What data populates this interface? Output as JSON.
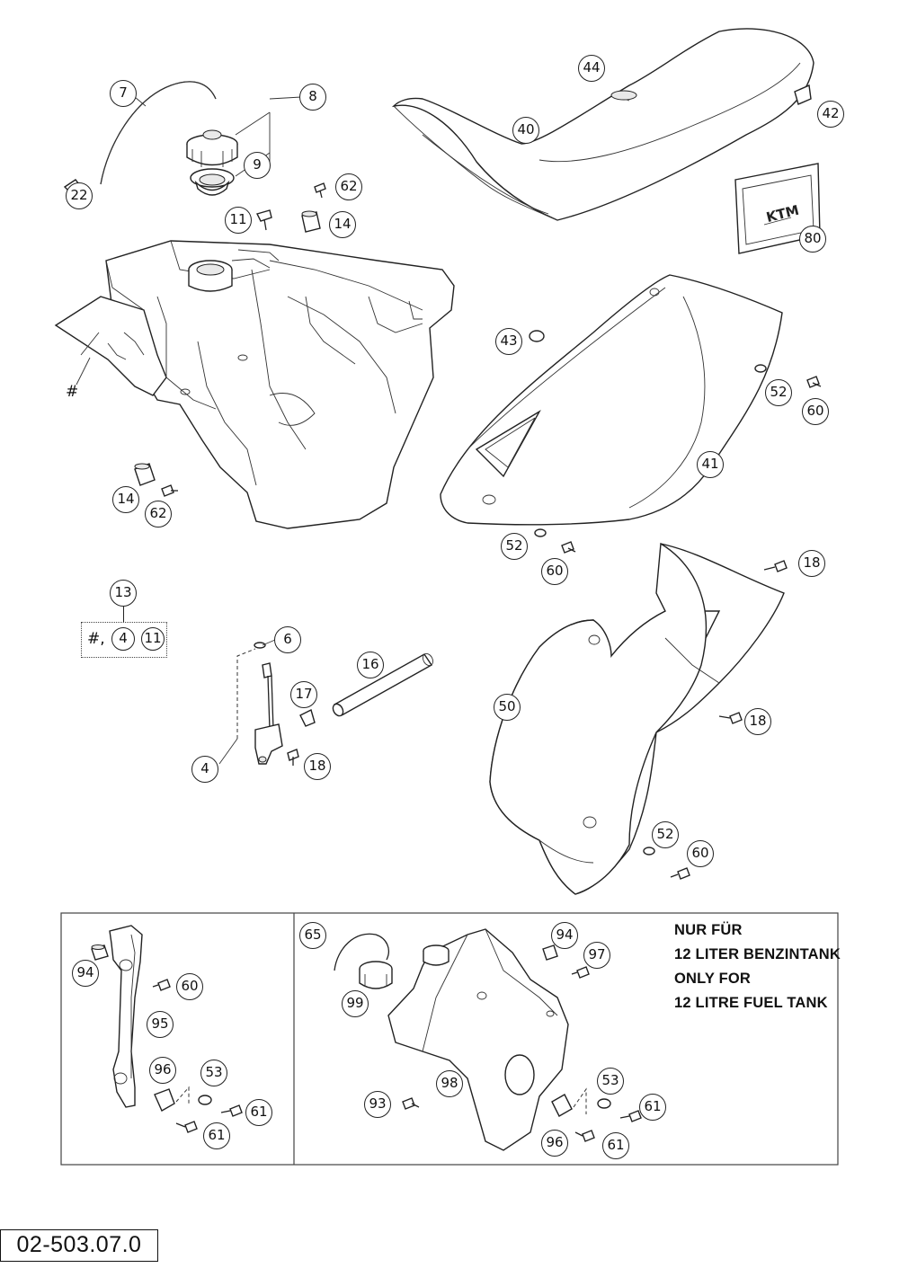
{
  "callouts": {
    "c7": "7",
    "c8": "8",
    "c9": "9",
    "c22": "22",
    "c11a": "11",
    "c62a": "62",
    "c14a": "14",
    "c44": "44",
    "c40": "40",
    "c42": "42",
    "c80": "80",
    "c43": "43",
    "c52a": "52",
    "c60a": "60",
    "c41": "41",
    "c14b": "14",
    "c62b": "62",
    "c52b": "52",
    "c60b": "60",
    "c18a": "18",
    "c13": "13",
    "c4a": "4",
    "c11b": "11",
    "c6": "6",
    "c16": "16",
    "c17": "17",
    "c4b": "4",
    "c18b": "18",
    "c50": "50",
    "c18c": "18",
    "c52c": "52",
    "c60c": "60",
    "c94a": "94",
    "c60d": "60",
    "c95": "95",
    "c96a": "96",
    "c53a": "53",
    "c61a": "61",
    "c61b": "61",
    "c65": "65",
    "c94b": "94",
    "c97": "97",
    "c99": "99",
    "c98": "98",
    "c93": "93",
    "c53b": "53",
    "c61c": "61",
    "c96b": "96",
    "c61d": "61"
  },
  "symbols": {
    "hash_tank": "#",
    "hash_set": "#,"
  },
  "note": {
    "line1": "NUR FÜR",
    "line2": "12 LITER BENZINTANK",
    "line3": "ONLY FOR",
    "line4": "12 LITRE FUEL TANK"
  },
  "document_number": "02-503.07.0",
  "logo_text": "KTM"
}
